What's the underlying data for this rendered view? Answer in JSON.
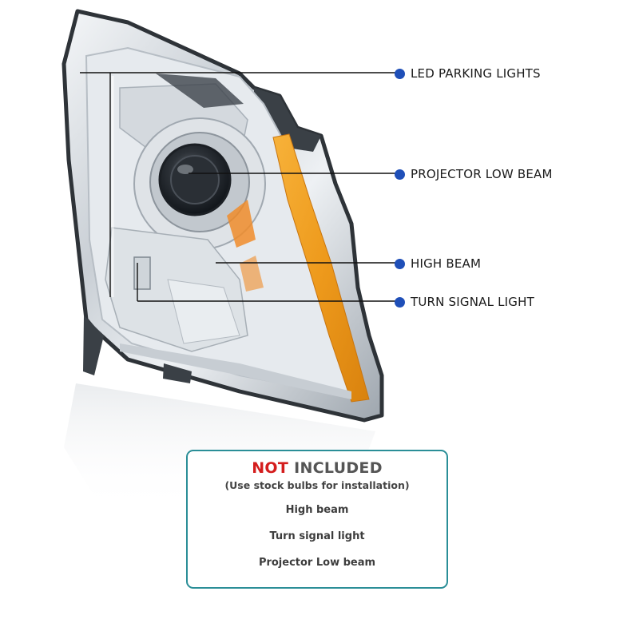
{
  "callouts": [
    {
      "text": "LED PARKING LIGHTS"
    },
    {
      "text": "PROJECTOR LOW BEAM"
    },
    {
      "text": "HIGH BEAM"
    },
    {
      "text": "TURN SIGNAL LIGHT"
    }
  ],
  "notice": {
    "title_highlight": "NOT",
    "title_rest": " INCLUDED",
    "subtitle": "(Use stock bulbs for installation)",
    "items": [
      "High beam",
      "Turn signal light",
      "Projector Low beam"
    ]
  },
  "colors": {
    "dot": "#1f4fb8",
    "border": "#2a8e97",
    "highlight": "#d41d1d",
    "amber": "#f0a020"
  }
}
